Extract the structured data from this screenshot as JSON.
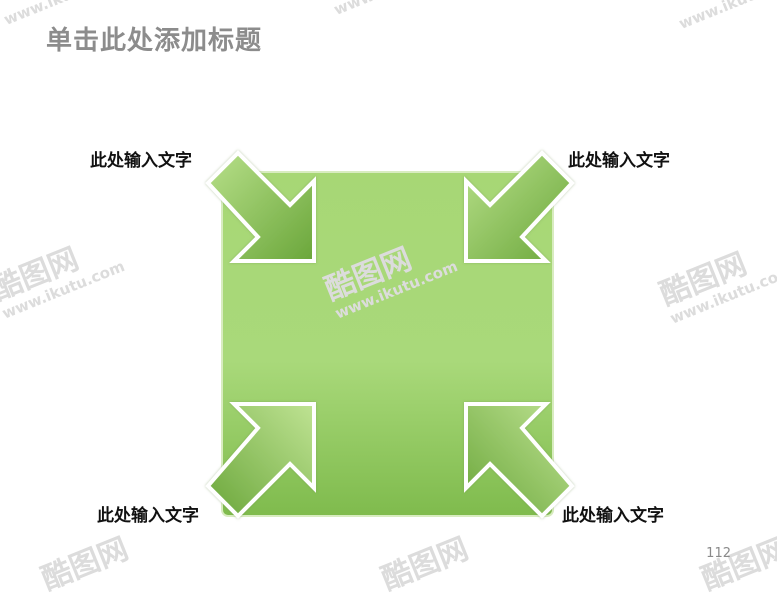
{
  "slide": {
    "title": "单击此处添加标题",
    "page_number": "112"
  },
  "labels": {
    "top_left": "此处输入文字",
    "top_right": "此处输入文字",
    "bottom_left": "此处输入文字",
    "bottom_right": "此处输入文字"
  },
  "watermark": {
    "brand": "酷图网",
    "url": "www.ikutu.com"
  },
  "colors": {
    "green_light": "#b4de84",
    "green_mid": "#93cc5f",
    "green_dark": "#6aa83a",
    "title_gray": "#8c8c8c"
  }
}
